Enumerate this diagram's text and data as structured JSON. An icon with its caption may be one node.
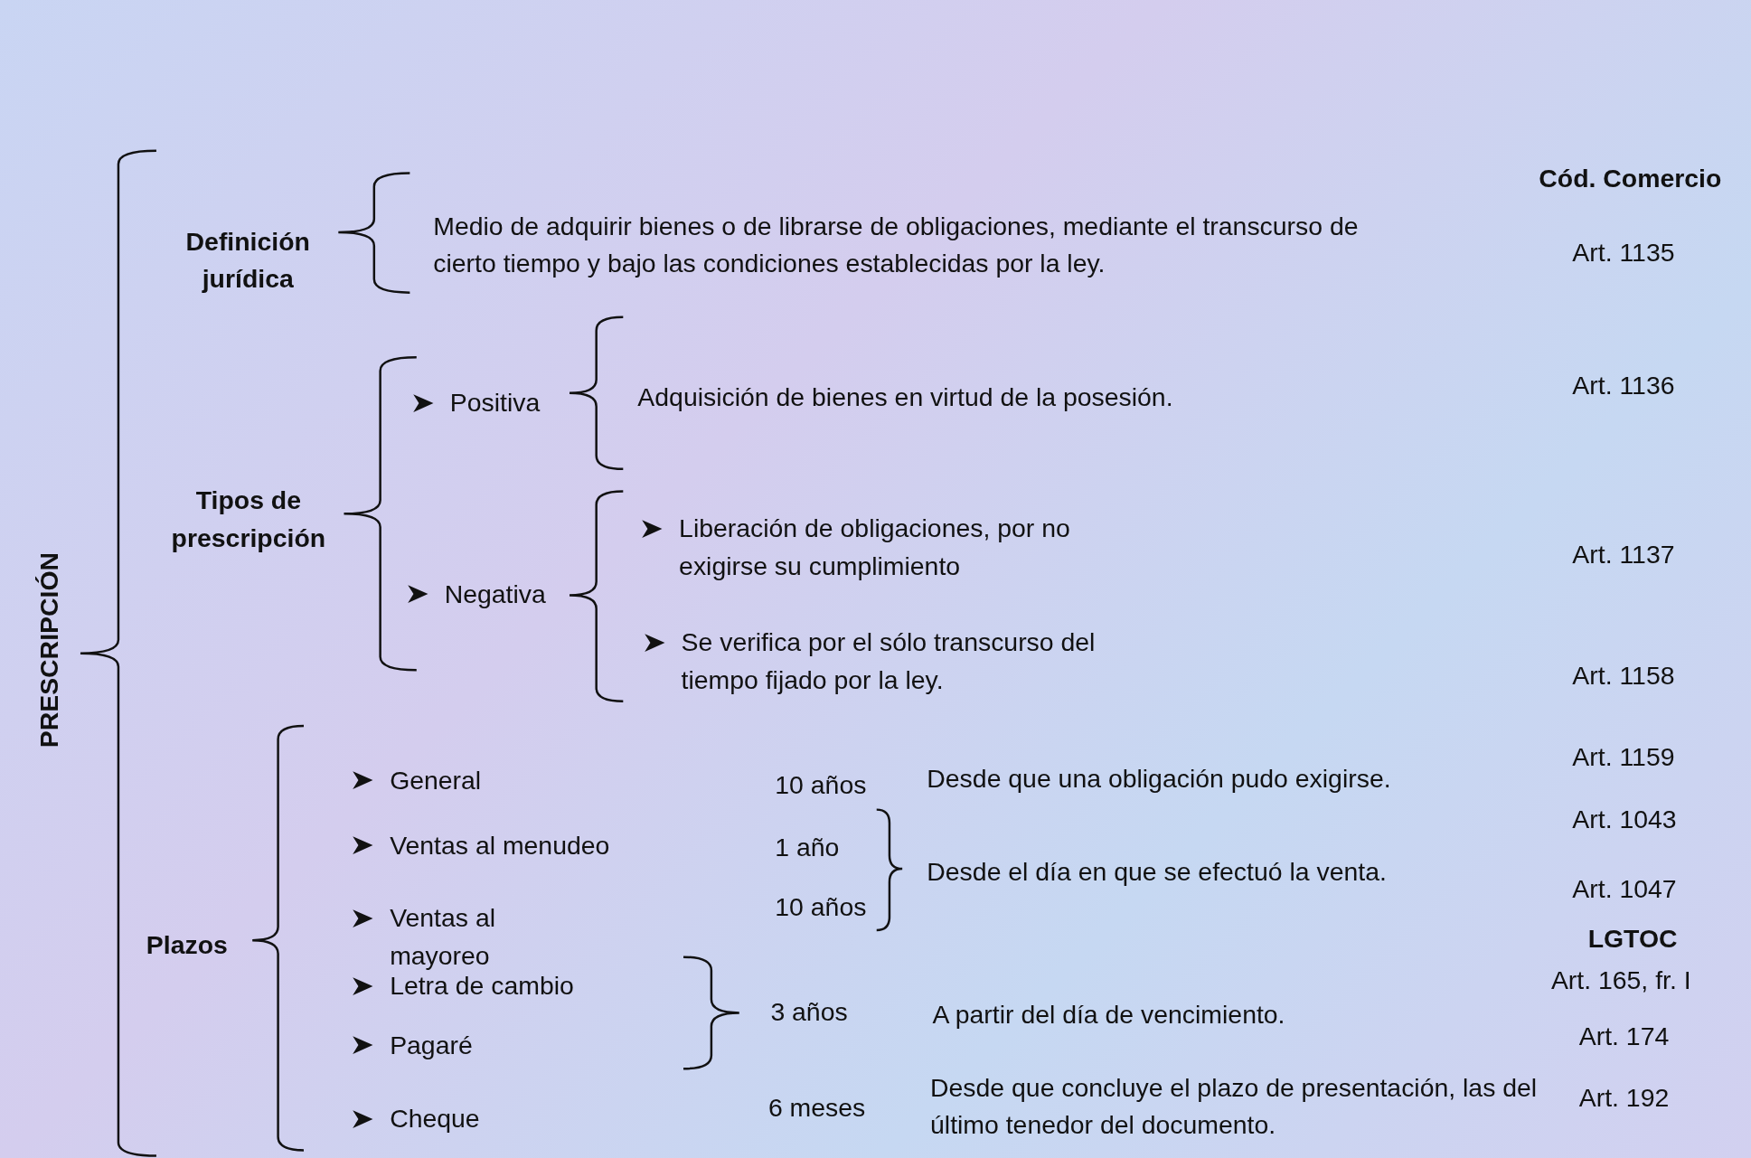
{
  "diagram": {
    "labels": [
      "Cód. Comercio",
      "Definición jurídica",
      "Medio de adquirir bienes o de librarse de obligaciones, mediante el transcurso de cierto tiempo y bajo las condiciones establecidas por la ley.",
      "Art. 1135",
      "Positiva",
      "Adquisición de bienes en virtud de la posesión.",
      "Art. 1136",
      "Tipos de prescripción",
      "Liberación de obligaciones, por no exigirse su cumplimiento",
      "Art. 1137",
      "Negativa",
      "PRESCRIPCIÓN",
      "Se verifica por el sólo transcurso del tiempo fijado por la ley.",
      "Art. 1158",
      "Art. 1159",
      "General",
      "10 años",
      "Desde que una obligación pudo exigirse.",
      "Art. 1043",
      "Ventas al menudeo",
      "1 año",
      "Desde el día en que se efectuó la venta.",
      "Art. 1047",
      "Ventas al mayoreo",
      "10 años",
      "LGTOC",
      "Plazos",
      "Art. 165, fr. I",
      "Letra de cambio",
      "3 años",
      "A partir del día de vencimiento.",
      "Art. 174",
      "Pagaré",
      "Art. 192",
      "Desde que concluye el plazo de presentación, las del último tenedor del documento.",
      "Cheque",
      "6 meses"
    ]
  }
}
